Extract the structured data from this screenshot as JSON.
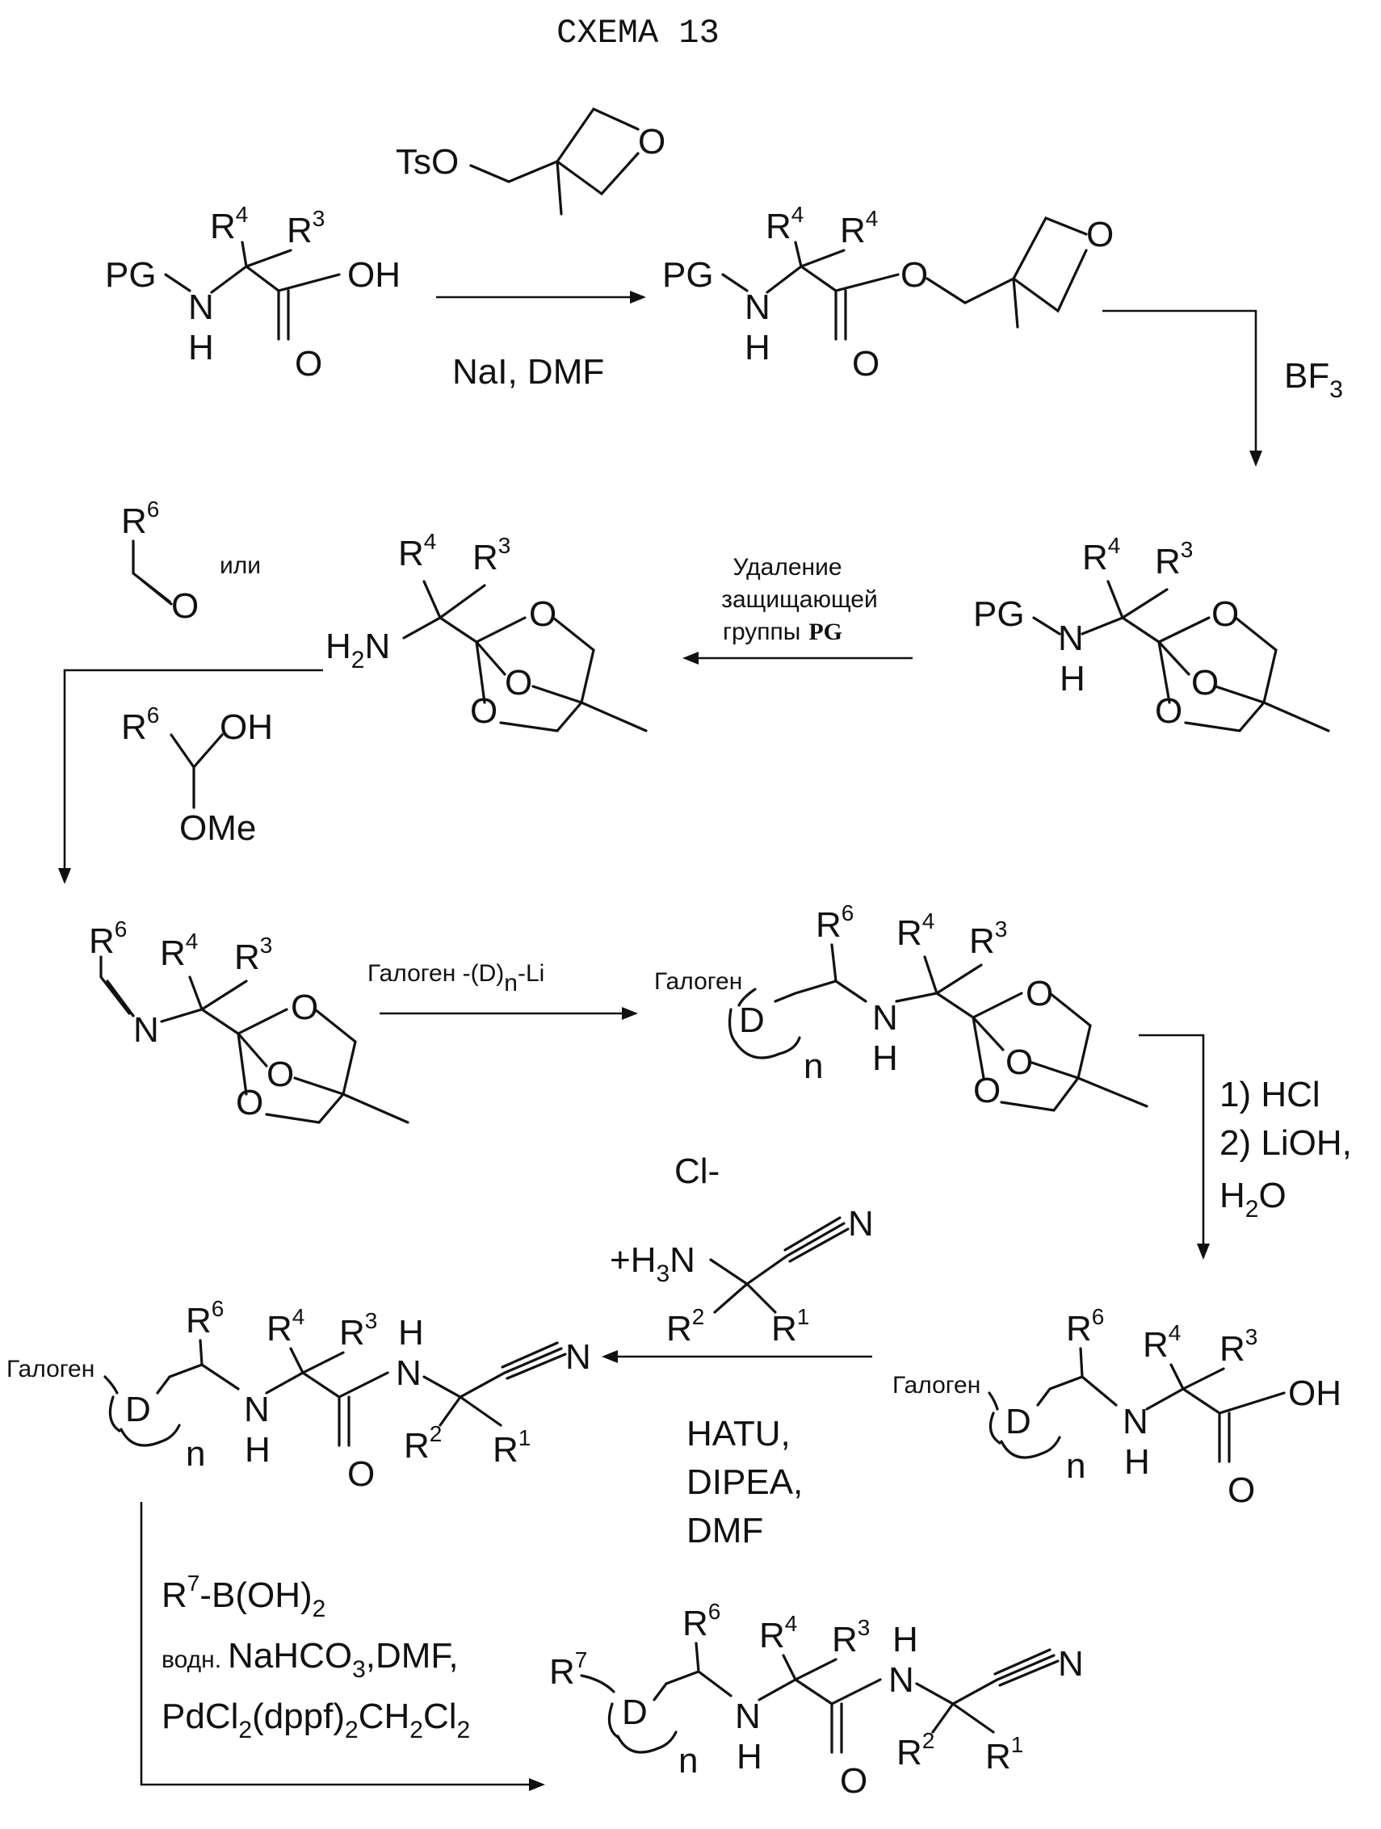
{
  "title": "СХЕМА 13",
  "labels": {
    "pg": "PG",
    "n": "N",
    "h": "H",
    "o": "O",
    "oh": "OH",
    "h2n": "H",
    "h2n_n": "N",
    "r": "R",
    "d": "D",
    "n_sub": "n",
    "tso": "TsO",
    "ome": "OMe",
    "halogen": "Галоген",
    "cl_minus": "Cl-",
    "h3n_plus": "+H",
    "h3n_n": "N",
    "num_2": "2",
    "num_3": "3",
    "num_4": "4",
    "num_6": "6",
    "num_1": "1",
    "num_7": "7"
  },
  "reagents": {
    "step1": "NaI, DMF",
    "step2": "BF",
    "step2_sub": "3",
    "step3_line1": "Удаление",
    "step3_line2": "защищающей",
    "step3_line3": "группы",
    "step3_pg": "PG",
    "or": "или",
    "step5_a": "Галоген -(D)",
    "step5_sub": "n",
    "step5_b": "-Li",
    "step6_line1": "1) HCl",
    "step6_line2": "2) LiOH,",
    "step6_line3a": "H",
    "step6_line3sub": "2",
    "step6_line3b": "O",
    "step7_line1": "HATU,",
    "step7_line2": "DIPEA,",
    "step7_line3": "DMF",
    "step8_line1a": "R",
    "step8_line1sup": "7",
    "step8_line1b": "-B(OH)",
    "step8_line1sub": "2",
    "step8_line2a": "водн.",
    "step8_line2b": "NaHCO",
    "step8_line2sub": "3",
    "step8_line2c": ",DMF,",
    "step8_line3a": "PdCl",
    "step8_line3sub1": "2",
    "step8_line3b": "(dppf)",
    "step8_line3sub2": "2",
    "step8_line3c": "CH",
    "step8_line3sub3": "2",
    "step8_line3d": "Cl",
    "step8_line3sub4": "2"
  }
}
